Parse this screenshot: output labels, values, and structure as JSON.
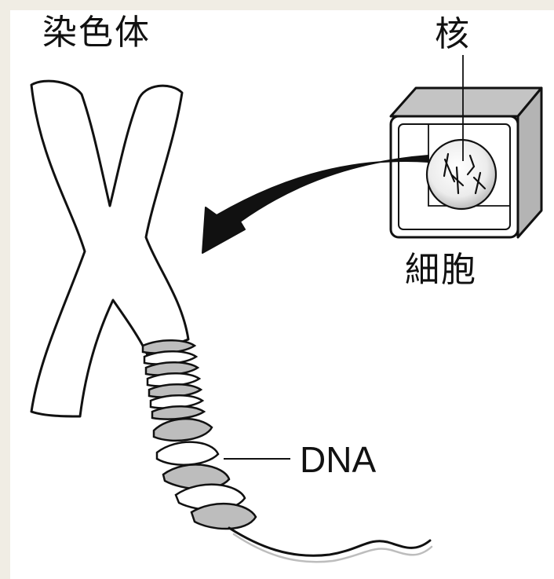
{
  "labels": {
    "chromosome": "染色体",
    "nucleus": "核",
    "cell": "細胞",
    "dna": "DNA"
  },
  "colors": {
    "background": "#f0ede4",
    "panel": "#ffffff",
    "ink": "#111111",
    "cell_shade": "#c4c4c4",
    "nucleus_fill": "#e6e6e6",
    "dna_fill": "#bdbdbd"
  }
}
